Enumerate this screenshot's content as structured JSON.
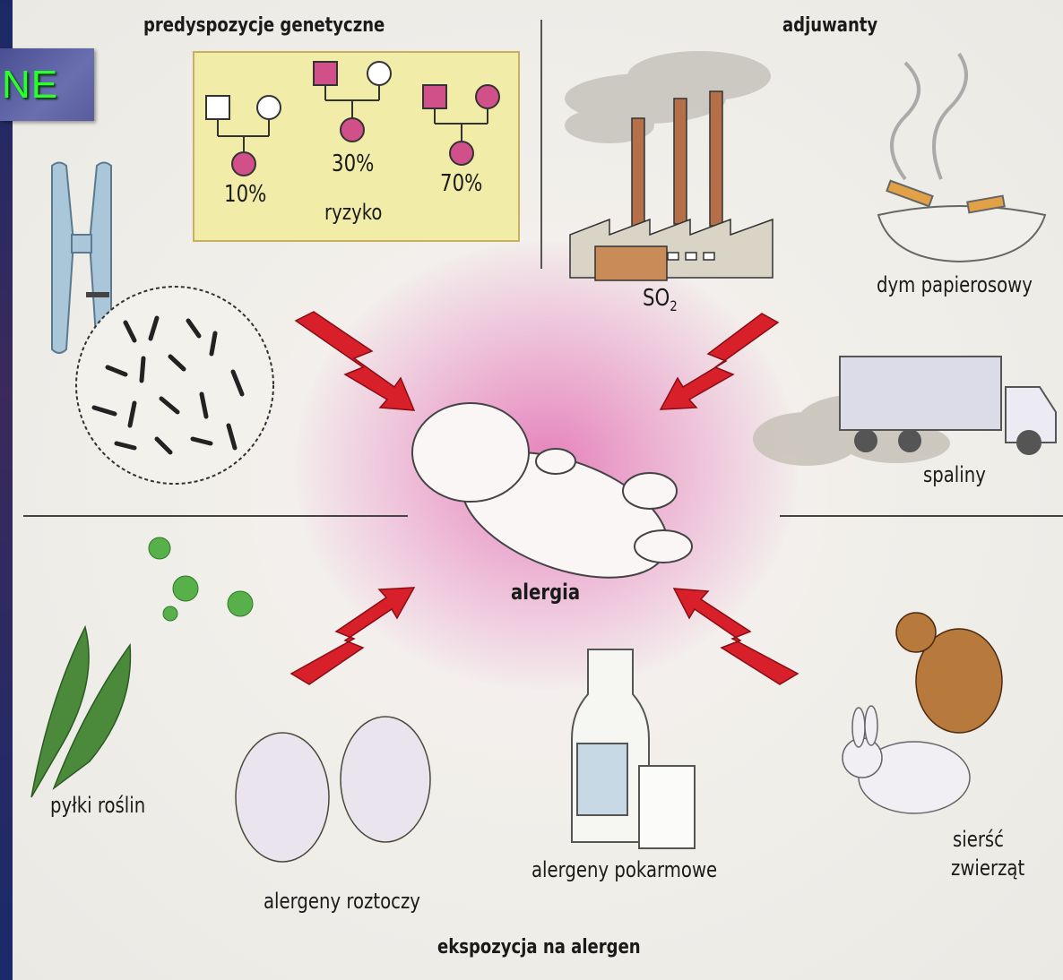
{
  "title_badge": "NE",
  "sections": {
    "genetic": "predyspozycje genetyczne",
    "adjuvants": "adjuwanty",
    "exposure": "ekspozycja na alergen"
  },
  "pedigree": {
    "risk_label": "ryzyko",
    "percentages": [
      "10%",
      "30%",
      "70%"
    ]
  },
  "labels": {
    "so2": "SO",
    "so2_sub": "2",
    "smoke": "dym papierosowy",
    "exhaust": "spaliny",
    "center": "alergia",
    "pollen": "pyłki roślin",
    "mites": "alergeny roztoczy",
    "food": "alergeny pokarmowe",
    "fur_line1": "sierść",
    "fur_line2": "zwierząt"
  },
  "colors": {
    "arrow": "#d8202a",
    "affected": "#d2508a",
    "title_text": "#2bff2b"
  }
}
